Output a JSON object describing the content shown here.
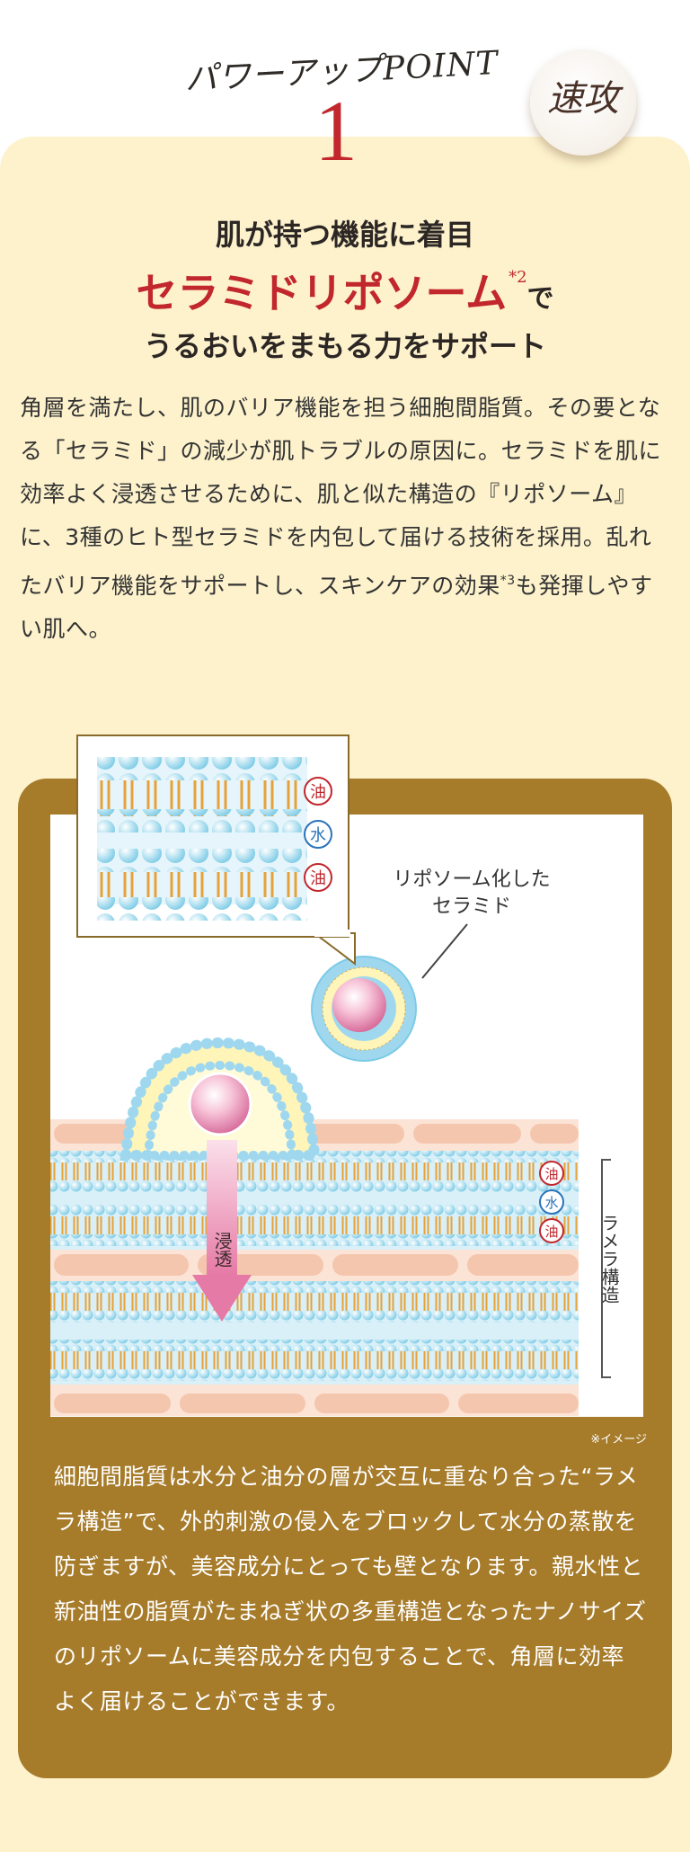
{
  "header": {
    "power_point_label": "パワーアップPOINT",
    "point_number": "1",
    "badge_label": "速攻"
  },
  "headline": {
    "line1": "肌が持つ機能に着目",
    "line2_highlight": "セラミドリポソーム",
    "line2_footnote": "*2",
    "line2_suffix": "で",
    "line3": "うるおいをまもる力をサポート"
  },
  "description": {
    "text_before_footnote": "角層を満たし、肌のバリア機能を担う細胞間脂質。その要となる「セラミド」の減少が肌トラブルの原因に。セラミドを肌に効率よく浸透させるために、肌と似た構造の『リポソーム』に、3種のヒト型セラミドを内包して届ける技術を採用。乱れたバリア機能をサポートし、スキンケアの効果",
    "footnote": "*3",
    "text_after_footnote": "も発揮しやすい肌へ。"
  },
  "diagram": {
    "labels": {
      "oil": "油",
      "water": "水",
      "liposome_line1": "リポソーム化した",
      "liposome_line2": "セラミド",
      "penetration": "浸透",
      "lamellar": "ラメラ構造"
    },
    "colors": {
      "brown_frame": "#a67b2a",
      "cream_background": "#fdf2cc",
      "accent_red": "#c1272d",
      "water_blue": "#2a73b8",
      "arrow_pink": "#e98bb0",
      "lipid_bead": "#9fd8ee",
      "lipid_tail": "#e5a23a"
    },
    "note": "※イメージ"
  },
  "explanation": {
    "text": "細胞間脂質は水分と油分の層が交互に重なり合った“ラメラ構造”で、外的刺激の侵入をブロックして水分の蒸散を防ぎますが、美容成分にとっても壁となります。親水性と新油性の脂質がたまねぎ状の多重構造となったナノサイズのリポソームに美容成分を内包することで、角層に効率よく届けることができます。"
  }
}
